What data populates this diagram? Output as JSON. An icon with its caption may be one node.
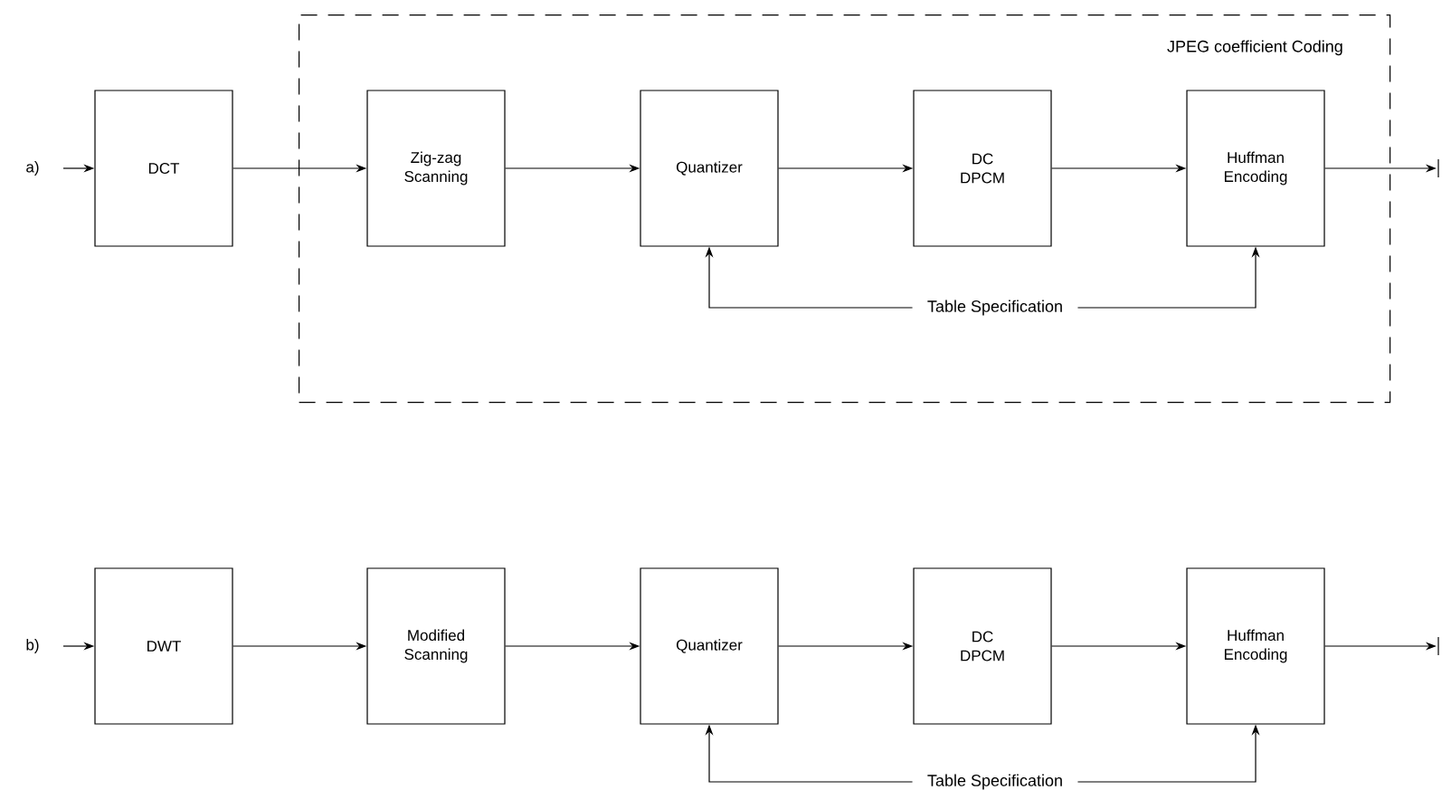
{
  "diagram": {
    "nodes": [
      {
        "text": [
          "JPEG coefficient Coding"
        ]
      },
      {
        "text": [
          "DCT"
        ]
      },
      {
        "text": [
          "Zig-zag Scanning"
        ],
        "in": 0
      },
      {
        "text": [
          "Quantizer"
        ],
        "in": 0
      },
      {
        "text": [
          "DC DPCM"
        ],
        "in": 0
      },
      {
        "text": [
          "Huffman Encoding"
        ],
        "in": 0
      },
      {
        "text": [
          "Table Specification"
        ],
        "in": 0
      },
      {
        "text": [
          "DWT"
        ]
      },
      {
        "text": [
          "Modified Scanning"
        ]
      },
      {
        "text": [
          "Quantizer"
        ]
      },
      {
        "text": [
          "DC DPCM"
        ]
      },
      {
        "text": [
          "Huffman Encoding"
        ]
      },
      {
        "text": [
          "Table Specification"
        ]
      }
    ],
    "edges": [
      {
        "from": null,
        "to": 1,
        "arrow": "to"
      },
      {
        "from": 1,
        "to": 2,
        "arrow": "to"
      },
      {
        "from": 2,
        "to": 3,
        "arrow": "to"
      },
      {
        "from": 3,
        "to": 4,
        "arrow": "to"
      },
      {
        "from": 4,
        "to": 5,
        "arrow": "to"
      },
      {
        "from": 5,
        "to": null,
        "arrow": "to"
      },
      {
        "from": 6,
        "to": 3,
        "arrow": "to"
      },
      {
        "from": 6,
        "to": 5,
        "arrow": "to"
      },
      {
        "from": null,
        "to": 7,
        "arrow": "to"
      },
      {
        "from": 7,
        "to": 8,
        "arrow": "to"
      },
      {
        "from": 8,
        "to": 9,
        "arrow": "to"
      },
      {
        "from": 9,
        "to": 10,
        "arrow": "to"
      },
      {
        "from": 10,
        "to": 11,
        "arrow": "to"
      },
      {
        "from": 11,
        "to": null,
        "arrow": "to"
      },
      {
        "from": 12,
        "to": 9,
        "arrow": "to"
      },
      {
        "from": 12,
        "to": 11,
        "arrow": "to"
      }
    ],
    "labels": [
      "a)",
      "b)"
    ]
  }
}
